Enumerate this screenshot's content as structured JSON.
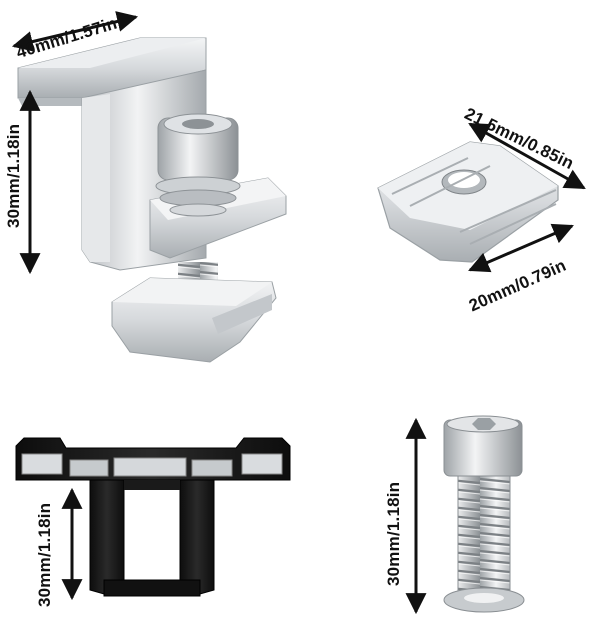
{
  "dimensions": {
    "clamp_width": "40mm/1.57in",
    "clamp_height": "30mm/1.18in",
    "nut_length": "21.5mm/0.85in",
    "nut_width": "20mm/0.79in",
    "clip_height": "30mm/1.18in",
    "bolt_height": "30mm/1.18in"
  },
  "colors": {
    "metal_light": "#eef0f2",
    "metal_mid": "#c9cdd1",
    "metal_dark": "#8d9296",
    "clip_black": "#1c1c1c",
    "arrow": "#111111"
  }
}
